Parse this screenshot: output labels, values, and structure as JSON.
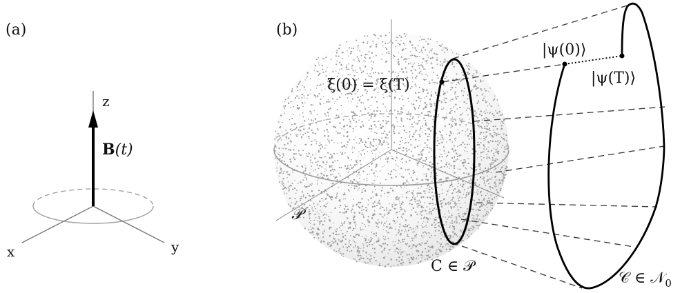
{
  "panel_a": {
    "tag": "(a)",
    "axis_z": "z",
    "axis_x": "x",
    "axis_y": "y",
    "field_bold": "B",
    "field_rest": "(t)"
  },
  "panel_b": {
    "tag": "(b)",
    "label_xi": "ξ(0) = ξ(T)",
    "label_psi0": "|ψ(0)⟩",
    "label_psiT": "|ψ(T)⟩",
    "label_P": "𝒫",
    "label_C_P": "C ∈ 𝒫",
    "label_C_N": "𝒞 ∈ 𝒩",
    "label_C_N_sub": "0"
  },
  "colors": {
    "ink": "#111111",
    "axis_gray": "#777777",
    "ring_gray": "#a0a0a0",
    "sphere_dots": "#9a9a9a"
  }
}
